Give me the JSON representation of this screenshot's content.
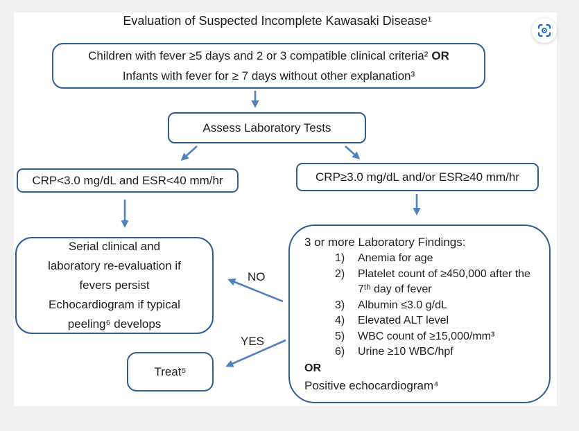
{
  "title": "Evaluation of Suspected Incomplete Kawasaki Disease¹",
  "colors": {
    "box_border": "#2e5d96",
    "arrow": "#4e81bd",
    "text": "#1f1f1f",
    "icon_blue": "#1765cf",
    "page_background": "#f1f1f3",
    "canvas_background": "#ffffff"
  },
  "flowchart": {
    "criteria_box": {
      "line1": "Children with fever ≥5 days and 2 or 3 compatible clinical criteria²",
      "or_label": "OR",
      "line2": "Infants with fever for ≥ 7 days without other explanation³"
    },
    "assess_box": {
      "label": "Assess Laboratory Tests"
    },
    "crp_low_box": {
      "label": "CRP<3.0 mg/dL and ESR<40 mm/hr"
    },
    "crp_high_box": {
      "label": "CRP≥3.0 mg/dL and/or ESR≥40 mm/hr"
    },
    "serial_box": {
      "lines": [
        "Serial clinical and",
        "laboratory re-evaluation if",
        "fevers persist",
        "Echocardiogram if typical",
        "peeling⁶ develops"
      ]
    },
    "labs_box": {
      "heading": "3 or more Laboratory Findings:",
      "items": [
        {
          "num": "1)",
          "lines": [
            "Anemia for age"
          ]
        },
        {
          "num": "2)",
          "lines": [
            "Platelet count of ≥450,000 after the",
            "7ᵗʰ day of fever"
          ]
        },
        {
          "num": "3)",
          "lines": [
            "Albumin ≤3.0 g/dL"
          ]
        },
        {
          "num": "4)",
          "lines": [
            "Elevated ALT level"
          ]
        },
        {
          "num": "5)",
          "lines": [
            "WBC count of ≥15,000/mm³"
          ]
        },
        {
          "num": "6)",
          "lines": [
            "Urine ≥10 WBC/hpf"
          ]
        }
      ],
      "or_label": "OR",
      "footer": "Positive echocardiogram⁴"
    },
    "treat_box": {
      "label": "Treat⁵"
    },
    "edge_labels": {
      "no": "NO",
      "yes": "YES"
    }
  }
}
